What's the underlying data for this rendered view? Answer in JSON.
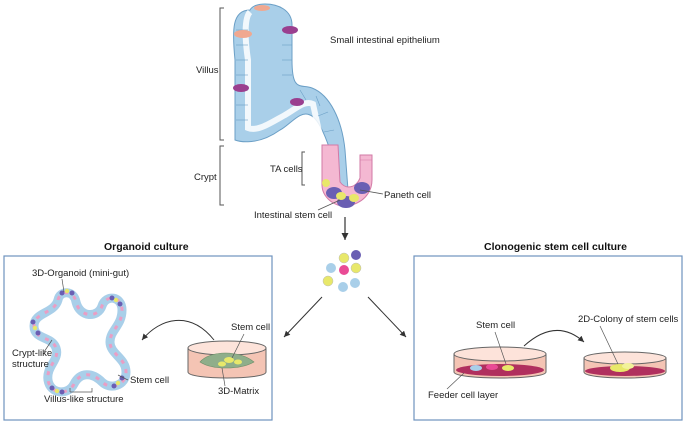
{
  "labels": {
    "small_intestinal_epithelium": "Small intestinal epithelium",
    "villus": "Villus",
    "crypt": "Crypt",
    "ta_cells": "TA cells",
    "paneth_cell": "Paneth cell",
    "intestinal_stem_cell": "Intestinal stem cell",
    "organoid_culture": "Organoid culture",
    "clonogenic_culture": "Clonogenic stem cell culture",
    "organoid_3d": "3D-Organoid (mini-gut)",
    "crypt_like_1": "Crypt-like",
    "crypt_like_2": "structure",
    "stem_cell_organoid": "Stem cell",
    "villus_like": "Villus-like structure",
    "stem_cell_matrix": "Stem cell",
    "matrix_3d": "3D-Matrix",
    "stem_cell_feeder": "Stem cell",
    "feeder_layer": "Feeder cell layer",
    "colony_2d": "2D-Colony of stem cells"
  },
  "colors": {
    "villus_cell": "#a9cfe9",
    "crypt_ta": "#f4b8d2",
    "stem": "#e8e86a",
    "paneth": "#6a5fb3",
    "panel_border": "#6f93bf",
    "dish_fill": "#f4c4b4",
    "feeder": "#b0305e"
  }
}
